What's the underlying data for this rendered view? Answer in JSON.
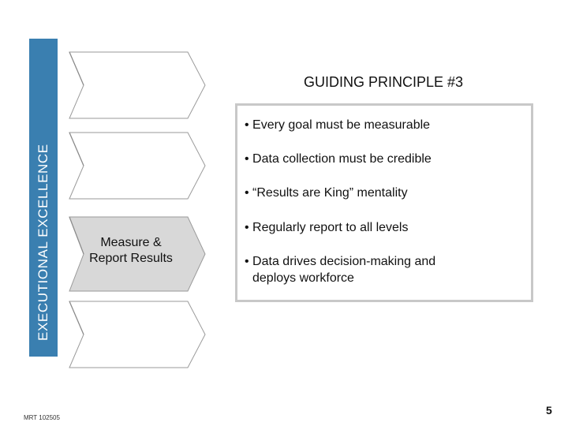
{
  "sidebar": {
    "label": "EXECUTIONAL EXCELLENCE"
  },
  "steps": {
    "active_label_line1": "Measure &",
    "active_label_line2": "Report Results"
  },
  "title": "GUIDING PRINCIPLE #3",
  "bullets": [
    "• Every goal must be measurable",
    "• Data collection must be credible",
    "• “Results are King” mentality",
    "• Regularly report to all levels",
    "• Data drives decision-making and",
    "deploys workforce"
  ],
  "footer": {
    "code": "MRT 102505",
    "page": "5"
  },
  "colors": {
    "bar": "#3a7fb0",
    "active_step": "#d8d8d8",
    "box_border": "#c8c8c8"
  }
}
